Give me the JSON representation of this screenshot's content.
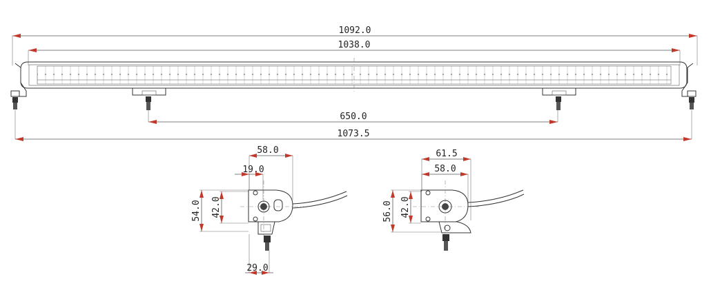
{
  "colors": {
    "arrow": "#c0392b",
    "line": "#333333"
  },
  "front_view": {
    "overall_length": "1092.0",
    "body_length": "1038.0",
    "bracket_spacing": "650.0",
    "mount_span": "1073.5"
  },
  "side_view_a": {
    "width_top": "58.0",
    "offset_top": "19.0",
    "height_outer": "54.0",
    "height_inner": "42.0",
    "bottom_width": "29.0"
  },
  "side_view_b": {
    "width_outer": "61.5",
    "width_inner": "58.0",
    "height_outer": "56.0",
    "height_inner": "42.0"
  }
}
